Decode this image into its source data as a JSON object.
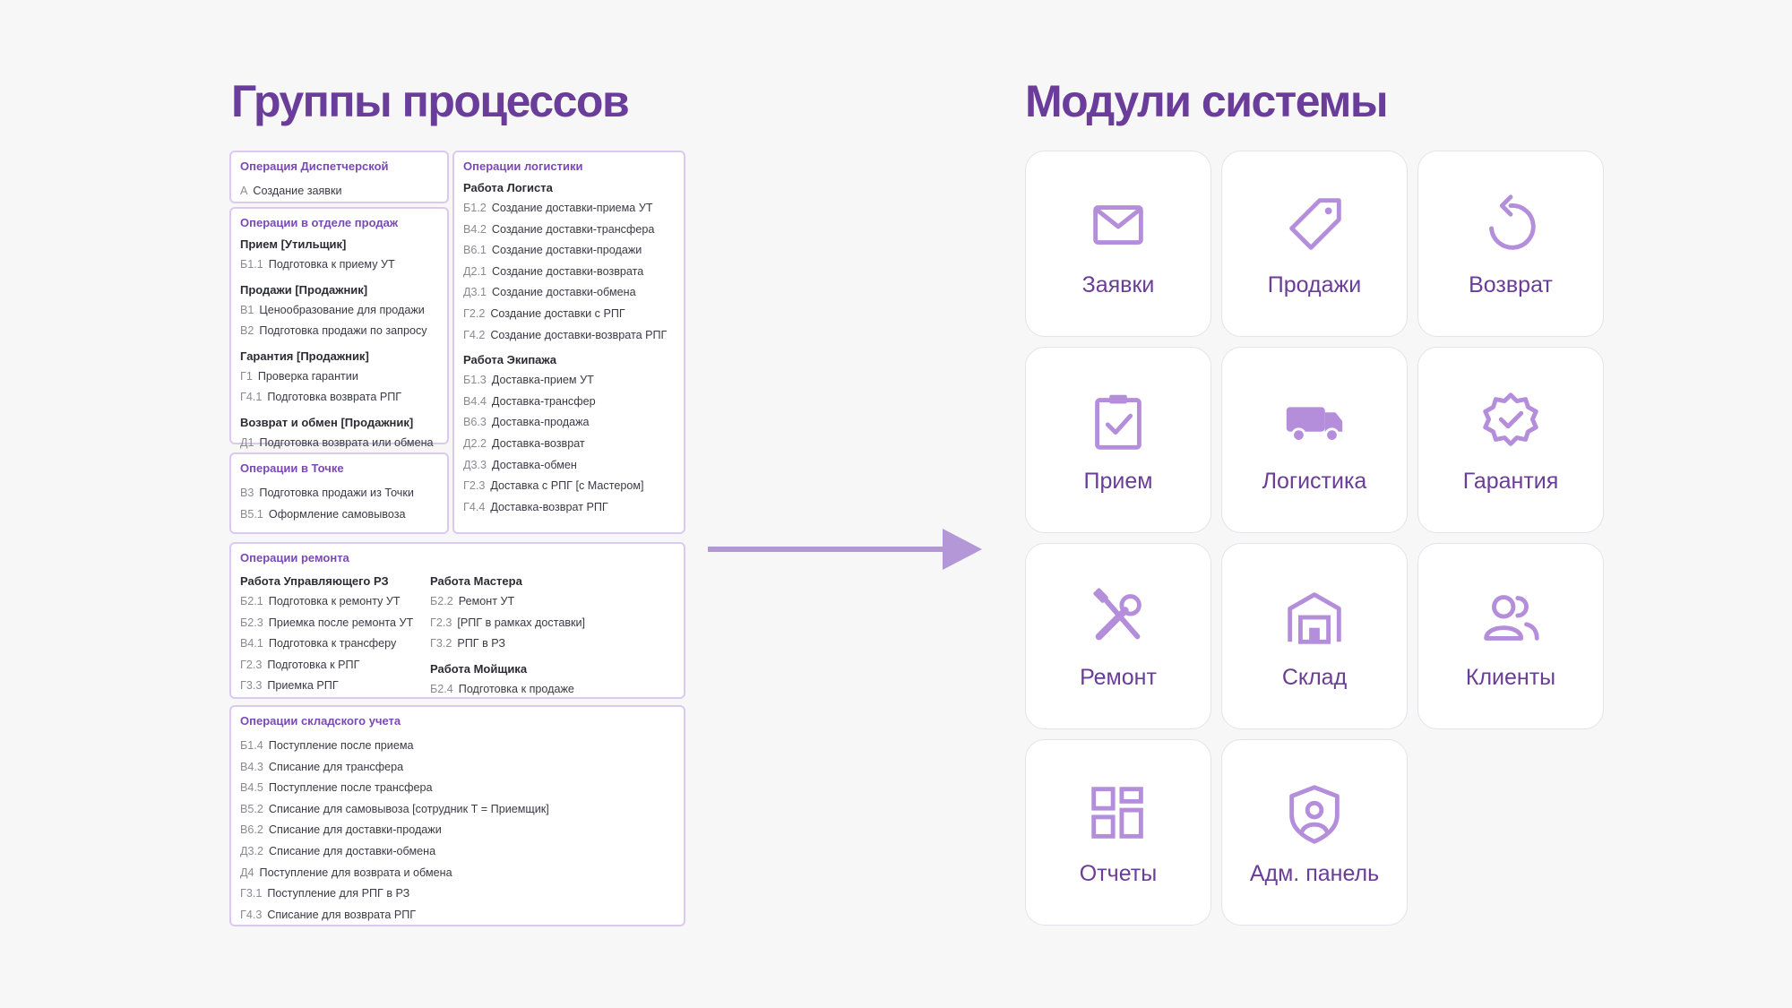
{
  "left_title": "Группы процессов",
  "right_title": "Модули системы",
  "colors": {
    "accent": "#6b3d9a",
    "tile_icon": "#b48ddb",
    "border": "#dcc9ee",
    "arrow": "#b497d6"
  },
  "dispatch": {
    "title": "Операция Диспетчерской",
    "items": [
      {
        "code": "А",
        "text": "Создание заявки"
      }
    ]
  },
  "sales": {
    "title": "Операции в отделе продаж",
    "groups": [
      {
        "name": "Прием [Утильщик]",
        "items": [
          {
            "code": "Б1.1",
            "text": "Подготовка к приему УТ"
          }
        ]
      },
      {
        "name": "Продажи [Продажник]",
        "items": [
          {
            "code": "В1",
            "text": "Ценообразование для продажи"
          },
          {
            "code": "В2",
            "text": "Подготовка продажи по запросу"
          }
        ]
      },
      {
        "name": "Гарантия [Продажник]",
        "items": [
          {
            "code": "Г1",
            "text": "Проверка гарантии"
          },
          {
            "code": "Г4.1",
            "text": "Подготовка возврата РПГ"
          }
        ]
      },
      {
        "name": "Возврат и обмен [Продажник]",
        "items": [
          {
            "code": "Д1",
            "text": "Подготовка возврата или обмена"
          }
        ]
      }
    ]
  },
  "point": {
    "title": "Операции в Точке",
    "items": [
      {
        "code": "В3",
        "text": "Подготовка продажи из Точки"
      },
      {
        "code": "В5.1",
        "text": "Оформление самовывоза"
      }
    ]
  },
  "logistics": {
    "title": "Операции логистики",
    "groups": [
      {
        "name": "Работа Логиста",
        "items": [
          {
            "code": "Б1.2",
            "text": "Создание доставки-приема УТ"
          },
          {
            "code": "В4.2",
            "text": "Создание доставки-трансфера"
          },
          {
            "code": "В6.1",
            "text": "Создание доставки-продажи"
          },
          {
            "code": "Д2.1",
            "text": "Создание доставки-возврата"
          },
          {
            "code": "Д3.1",
            "text": "Создание доставки-обмена"
          },
          {
            "code": "Г2.2",
            "text": "Создание доставки с РПГ"
          },
          {
            "code": "Г4.2",
            "text": "Создание доставки-возврата РПГ"
          }
        ]
      },
      {
        "name": "Работа Экипажа",
        "items": [
          {
            "code": "Б1.3",
            "text": "Доставка-прием УТ"
          },
          {
            "code": "В4.4",
            "text": "Доставка-трансфер"
          },
          {
            "code": "В6.3",
            "text": "Доставка-продажа"
          },
          {
            "code": "Д2.2",
            "text": "Доставка-возврат"
          },
          {
            "code": "Д3.3",
            "text": "Доставка-обмен"
          },
          {
            "code": "Г2.3",
            "text": "Доставка с РПГ [с Мастером]"
          },
          {
            "code": "Г4.4",
            "text": "Доставка-возврат РПГ"
          }
        ]
      }
    ]
  },
  "repair": {
    "title": "Операции ремонта",
    "col1": [
      {
        "name": "Работа Управляющего РЗ",
        "items": [
          {
            "code": "Б2.1",
            "text": "Подготовка к ремонту УТ"
          },
          {
            "code": "Б2.3",
            "text": "Приемка после ремонта УТ"
          },
          {
            "code": "В4.1",
            "text": "Подготовка к трансферу"
          },
          {
            "code": "Г2.3",
            "text": "Подготовка к РПГ"
          },
          {
            "code": "Г3.3",
            "text": "Приемка РПГ"
          }
        ]
      }
    ],
    "col2": [
      {
        "name": "Работа Мастера",
        "items": [
          {
            "code": "Б2.2",
            "text": "Ремонт УТ"
          },
          {
            "code": "Г2.3",
            "text": "[РПГ в рамках доставки]"
          },
          {
            "code": "Г3.2",
            "text": "РПГ в РЗ"
          }
        ]
      },
      {
        "name": "Работа Мойщика",
        "items": [
          {
            "code": "Б2.4",
            "text": "Подготовка к продаже"
          }
        ]
      }
    ]
  },
  "warehouse": {
    "title": "Операции складского учета",
    "items": [
      {
        "code": "Б1.4",
        "text": "Поступление после приема"
      },
      {
        "code": "В4.3",
        "text": "Списание для трансфера"
      },
      {
        "code": "В4.5",
        "text": "Поступление после трансфера"
      },
      {
        "code": "В5.2",
        "text": "Списание для самовывоза [сотрудник Т = Приемщик]"
      },
      {
        "code": "В6.2",
        "text": "Списание для доставки-продажи"
      },
      {
        "code": "Д3.2",
        "text": "Списание для доставки-обмена"
      },
      {
        "code": "Д4",
        "text": "Поступление для возврата и обмена"
      },
      {
        "code": "Г3.1",
        "text": "Поступление для РПГ в РЗ"
      },
      {
        "code": "Г4.3",
        "text": "Списание для возврата РПГ"
      }
    ]
  },
  "modules": [
    {
      "label": "Заявки",
      "icon": "envelope-icon"
    },
    {
      "label": "Продажи",
      "icon": "tag-icon"
    },
    {
      "label": "Возврат",
      "icon": "rotate-icon"
    },
    {
      "label": "Прием",
      "icon": "clipboard-check-icon"
    },
    {
      "label": "Логистика",
      "icon": "truck-icon"
    },
    {
      "label": "Гарантия",
      "icon": "badge-check-icon"
    },
    {
      "label": "Ремонт",
      "icon": "tools-icon"
    },
    {
      "label": "Склад",
      "icon": "warehouse-icon"
    },
    {
      "label": "Клиенты",
      "icon": "users-icon"
    },
    {
      "label": "Отчеты",
      "icon": "dashboard-icon"
    },
    {
      "label": "Адм. панель",
      "icon": "shield-user-icon"
    }
  ]
}
